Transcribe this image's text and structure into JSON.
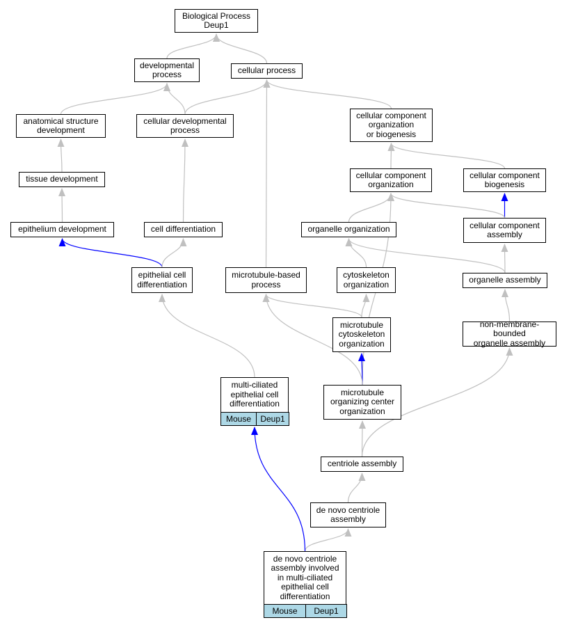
{
  "colors": {
    "is_a": "#c0c0c0",
    "part_of": "#0000ff",
    "tag_fill": "#add8e6"
  },
  "nodes": [
    {
      "id": "bp",
      "label": "Biological Process\nDeup1"
    },
    {
      "id": "dev",
      "label": "developmental\nprocess"
    },
    {
      "id": "cell",
      "label": "cellular process"
    },
    {
      "id": "anat",
      "label": "anatomical structure\ndevelopment"
    },
    {
      "id": "celldev",
      "label": "cellular developmental\nprocess"
    },
    {
      "id": "ccob",
      "label": "cellular component\norganization\nor biogenesis"
    },
    {
      "id": "tissue",
      "label": "tissue development"
    },
    {
      "id": "cco",
      "label": "cellular component\norganization"
    },
    {
      "id": "ccb",
      "label": "cellular component\nbiogenesis"
    },
    {
      "id": "epi",
      "label": "epithelium development"
    },
    {
      "id": "celldiff",
      "label": "cell differentiation"
    },
    {
      "id": "orgorg",
      "label": "organelle organization"
    },
    {
      "id": "cca",
      "label": "cellular component\nassembly"
    },
    {
      "id": "epidiff",
      "label": "epithelial cell\ndifferentiation"
    },
    {
      "id": "mtbp",
      "label": "microtubule-based\nprocess"
    },
    {
      "id": "cyto",
      "label": "cytoskeleton\norganization"
    },
    {
      "id": "orgasm",
      "label": "organelle assembly"
    },
    {
      "id": "mtcyto",
      "label": "microtubule\ncytoskeleton\norganization"
    },
    {
      "id": "nmb",
      "label": "non-membrane-bounded\norganelle assembly"
    },
    {
      "id": "mcec",
      "label": "multi-ciliated\nepithelial cell\ndifferentiation"
    },
    {
      "id": "mtoc",
      "label": "microtubule\norganizing center\norganization"
    },
    {
      "id": "centasm",
      "label": "centriole assembly"
    },
    {
      "id": "denovo",
      "label": "de novo centriole\nassembly"
    },
    {
      "id": "target",
      "label": "de novo centriole\nassembly involved\nin multi-ciliated\nepithelial cell\ndifferentiation"
    }
  ],
  "tags": [
    {
      "node": "mcec",
      "cells": [
        "Mouse",
        "Deup1"
      ]
    },
    {
      "node": "target",
      "cells": [
        "Mouse",
        "Deup1"
      ]
    }
  ],
  "edges": [
    {
      "from": "dev",
      "to": "bp",
      "type": "is_a"
    },
    {
      "from": "cell",
      "to": "bp",
      "type": "is_a"
    },
    {
      "from": "anat",
      "to": "dev",
      "type": "is_a"
    },
    {
      "from": "celldev",
      "to": "dev",
      "type": "is_a"
    },
    {
      "from": "celldev",
      "to": "cell",
      "type": "is_a"
    },
    {
      "from": "ccob",
      "to": "cell",
      "type": "is_a"
    },
    {
      "from": "mtbp",
      "to": "cell",
      "type": "is_a"
    },
    {
      "from": "tissue",
      "to": "anat",
      "type": "is_a"
    },
    {
      "from": "epi",
      "to": "tissue",
      "type": "is_a"
    },
    {
      "from": "celldiff",
      "to": "celldev",
      "type": "is_a"
    },
    {
      "from": "cco",
      "to": "ccob",
      "type": "is_a"
    },
    {
      "from": "ccb",
      "to": "ccob",
      "type": "is_a"
    },
    {
      "from": "cca",
      "to": "ccb",
      "type": "part_of"
    },
    {
      "from": "cca",
      "to": "cco",
      "type": "is_a"
    },
    {
      "from": "orgorg",
      "to": "cco",
      "type": "is_a"
    },
    {
      "from": "mtoc",
      "to": "cco",
      "type": "is_a"
    },
    {
      "from": "epidiff",
      "to": "epi",
      "type": "part_of"
    },
    {
      "from": "epidiff",
      "to": "celldiff",
      "type": "is_a"
    },
    {
      "from": "cyto",
      "to": "orgorg",
      "type": "is_a"
    },
    {
      "from": "orgasm",
      "to": "orgorg",
      "type": "is_a"
    },
    {
      "from": "orgasm",
      "to": "cca",
      "type": "is_a"
    },
    {
      "from": "mtcyto",
      "to": "cyto",
      "type": "is_a"
    },
    {
      "from": "mtcyto",
      "to": "mtbp",
      "type": "is_a"
    },
    {
      "from": "nmb",
      "to": "orgasm",
      "type": "is_a"
    },
    {
      "from": "mtoc",
      "to": "mtcyto",
      "type": "part_of"
    },
    {
      "from": "mtoc",
      "to": "mtbp",
      "type": "is_a"
    },
    {
      "from": "mcec",
      "to": "epidiff",
      "type": "is_a"
    },
    {
      "from": "centasm",
      "to": "mtoc",
      "type": "is_a"
    },
    {
      "from": "centasm",
      "to": "nmb",
      "type": "is_a"
    },
    {
      "from": "denovo",
      "to": "centasm",
      "type": "is_a"
    },
    {
      "from": "target",
      "to": "denovo",
      "type": "is_a"
    },
    {
      "from": "target",
      "to": "mcec",
      "type": "part_of"
    }
  ]
}
